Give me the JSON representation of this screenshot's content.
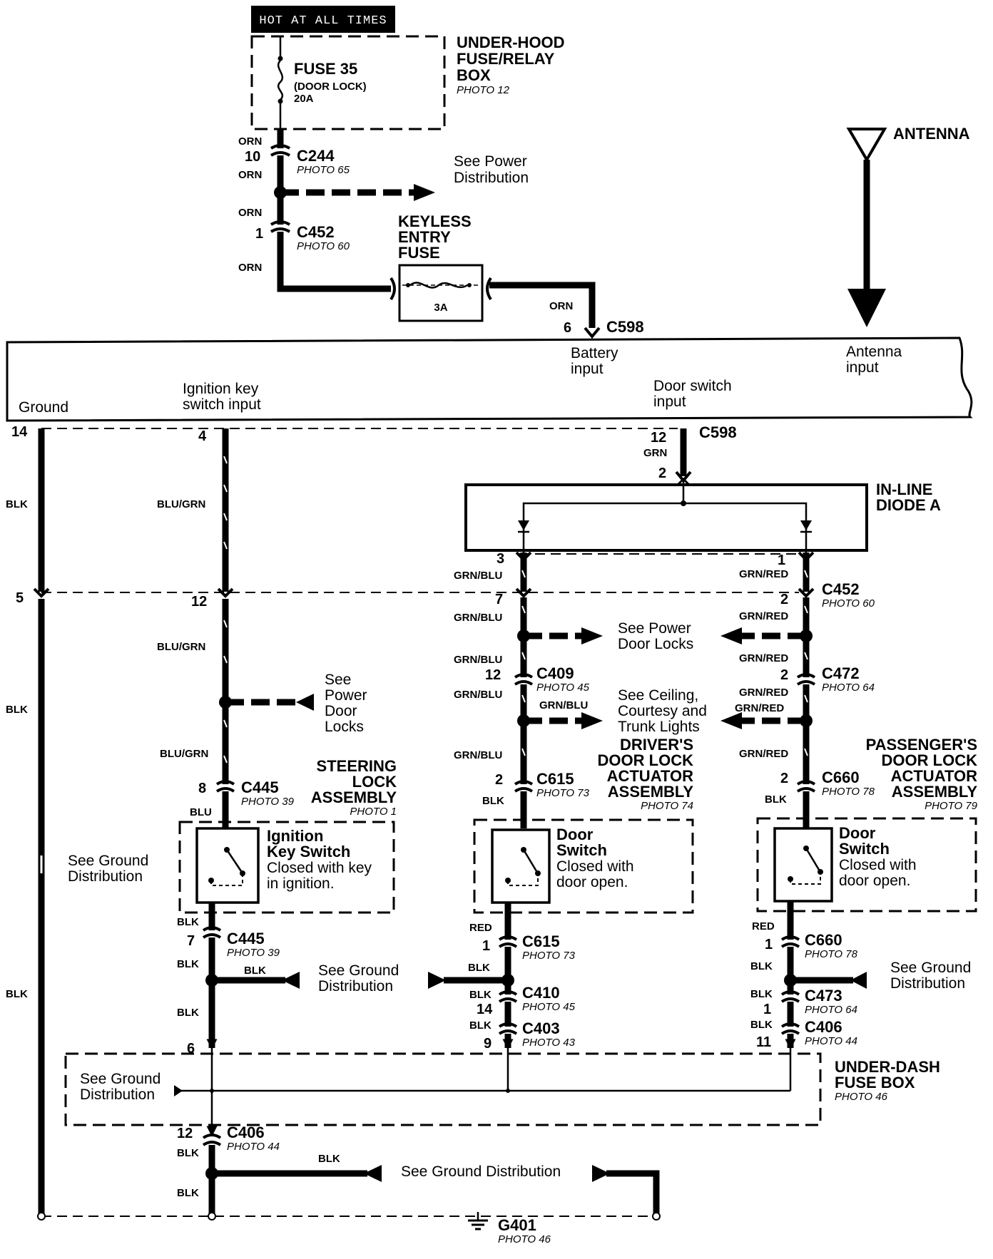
{
  "top": {
    "hot_label": "HOT AT ALL TIMES",
    "fuse": "FUSE 35",
    "fuse_desc": "(DOOR LOCK)",
    "fuse_amp": "20A",
    "box": [
      "UNDER-HOOD",
      "FUSE/RELAY",
      "BOX"
    ],
    "box_photo": "PHOTO 12",
    "antenna": "ANTENNA",
    "c244": "C244",
    "c244_photo": "PHOTO 65",
    "c244_pin": "10",
    "orn": "ORN",
    "see_power_dist": [
      "See Power",
      "Distribution"
    ],
    "c452": "C452",
    "c452_photo": "PHOTO 60",
    "c452_pin": "1",
    "keyless": [
      "KEYLESS",
      "ENTRY",
      "FUSE"
    ],
    "keyless_amp": "3A",
    "c598": "C598",
    "c598_pin": "6"
  },
  "unit": {
    "ground": "Ground",
    "ignition_input": [
      "Ignition key",
      "switch input"
    ],
    "battery_input": [
      "Battery",
      "input"
    ],
    "door_switch_input": [
      "Door switch",
      "input"
    ],
    "antenna_input": [
      "Antenna",
      "input"
    ]
  },
  "left": {
    "pin14": "14",
    "pin5": "5",
    "blk": "BLK",
    "see_ground": [
      "See Ground",
      "Distribution"
    ]
  },
  "ignition": {
    "pin4": "4",
    "pin12": "12",
    "wire": "BLU/GRN",
    "see_power": [
      "See",
      "Power",
      "Door",
      "Locks"
    ],
    "pin8": "8",
    "c445": "C445",
    "c445_photo": "PHOTO 39",
    "blu": "BLU",
    "assembly": [
      "STEERING",
      "LOCK",
      "ASSEMBLY"
    ],
    "assembly_photo": "PHOTO 1",
    "switch": [
      "Ignition",
      "Key Switch"
    ],
    "switch_desc": [
      "Closed with key",
      "in ignition."
    ],
    "pin7": "7",
    "pin6": "6",
    "blk": "BLK",
    "see_ground": [
      "See Ground",
      "Distribution"
    ]
  },
  "diode": {
    "c598": "C598",
    "pin12": "12",
    "grn": "GRN",
    "pin2": "2",
    "title": [
      "IN-LINE",
      "DIODE A"
    ],
    "pin3": "3",
    "pin1": "1"
  },
  "driver": {
    "w1": "GRN/BLU",
    "pin7": "7",
    "see_power": [
      "See Power",
      "Door Locks"
    ],
    "c409": "C409",
    "c409_photo": "PHOTO 45",
    "pin12": "12",
    "see_ceiling": [
      "See Ceiling,",
      "Courtesy and",
      "Trunk Lights"
    ],
    "assembly": [
      "DRIVER'S",
      "DOOR LOCK",
      "ACTUATOR",
      "ASSEMBLY"
    ],
    "assembly_photo": "PHOTO 74",
    "c615": "C615",
    "c615_photo": "PHOTO 73",
    "pin2": "2",
    "pin1": "1",
    "switch": [
      "Door",
      "Switch"
    ],
    "switch_desc": [
      "Closed with",
      "door open."
    ],
    "red": "RED",
    "blk": "BLK",
    "see_ground": [
      "See Ground",
      "Distribution"
    ],
    "c410": "C410",
    "c410_photo": "PHOTO 45",
    "pin14": "14",
    "c403": "C403",
    "c403_photo": "PHOTO 43",
    "pin9": "9"
  },
  "passenger": {
    "w1": "GRN/RED",
    "pin1": "1",
    "pin2": "2",
    "c452": "C452",
    "c452_photo": "PHOTO 60",
    "c472": "C472",
    "c472_photo": "PHOTO 64",
    "assembly": [
      "PASSENGER'S",
      "DOOR LOCK",
      "ACTUATOR",
      "ASSEMBLY"
    ],
    "assembly_photo": "PHOTO 79",
    "c660": "C660",
    "c660_photo": "PHOTO 78",
    "switch": [
      "Door",
      "Switch"
    ],
    "switch_desc": [
      "Closed with",
      "door open."
    ],
    "red": "RED",
    "blk": "BLK",
    "see_ground": [
      "See Ground",
      "Distribution"
    ],
    "c473": "C473",
    "c473_photo": "PHOTO 64",
    "c406": "C406",
    "c406_photo": "PHOTO 44",
    "pin11": "11"
  },
  "bottom": {
    "under_dash": [
      "UNDER-DASH",
      "FUSE BOX"
    ],
    "under_dash_photo": "PHOTO 46",
    "see_ground": [
      "See Ground",
      "Distribution"
    ],
    "c406": "C406",
    "c406_photo": "PHOTO 44",
    "pin12": "12",
    "see_ground_wide": "See Ground Distribution",
    "g401": "G401",
    "g401_photo": "PHOTO 46"
  }
}
